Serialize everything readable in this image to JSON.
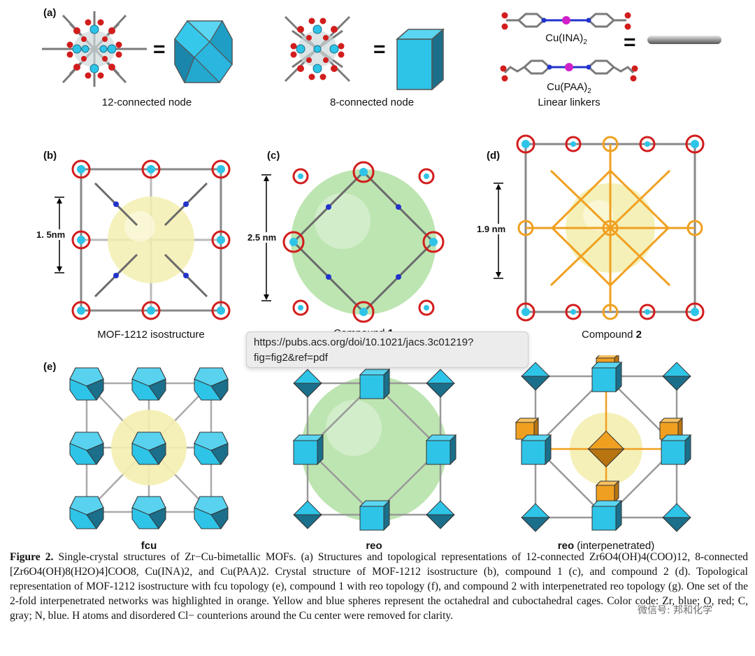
{
  "panel_labels": {
    "a": "(a)",
    "b": "(b)",
    "c": "(c)",
    "d": "(d)",
    "e": "(e)"
  },
  "panel_a": {
    "equals_sign": "=",
    "node12_label": "12-connected node",
    "node8_label": "8-connected node",
    "linker1_base": "Cu(INA)",
    "linker1_sub": "2",
    "linker2_base": "Cu(PAA)",
    "linker2_sub": "2",
    "linkers_label": "Linear linkers"
  },
  "panel_b": {
    "caption": "MOF-1212 isostructure",
    "dimension": "1. 5nm"
  },
  "panel_c": {
    "caption_base": "Compound ",
    "caption_bold": "1",
    "dimension": "2.5 nm"
  },
  "panel_d": {
    "caption_base": "Compound ",
    "caption_bold": "2",
    "dimension": "1.9 nm"
  },
  "panel_e": {
    "caption": "fcu"
  },
  "panel_f": {
    "caption": "reo"
  },
  "panel_g": {
    "caption_bold": "reo",
    "caption_rest": " (interpenetrated)"
  },
  "tooltip": {
    "line1": "https://pubs.acs.org/doi/10.1021/jacs.3c01219?",
    "line2": "fig=fig2&ref=pdf"
  },
  "caption": {
    "figure_label": "Figure 2.",
    "title": " Single-crystal structures of Zr−Cu-bimetallic MOFs.",
    "body": " (a) Structures and topological representations of 12-connected Zr6O4(OH)4(COO)12, 8-connected [Zr6O4(OH)8(H2O)4]COO8, Cu(INA)2, and Cu(PAA)2. Crystal structure of MOF-1212 isostructure (b), compound 1 (c), and compound 2 (d). Topological representation of MOF-1212 isostructure with fcu topology (e), compound 1 with reo topology (f), and compound 2 with interpenetrated reo topology (g). One set of the 2-fold interpenetrated networks was highlighted in orange. Yellow and blue spheres represent the octahedral and cuboctahedral cages. Color code: Zr, blue; O, red; C, gray; N, blue. H atoms and disordered Cl− counterions around the Cu center were removed for clarity."
  },
  "watermark": "微信号: 邦和化学",
  "colors": {
    "node_cyan": "#2ec4e8",
    "node_dark": "#1b6f8a",
    "oxygen_red": "#d21d1d",
    "carbon_gray": "#7a7a7a",
    "nitrogen_blue": "#2233cc",
    "copper_magenta": "#d020c8",
    "cage_yellow": "#f3eeb0",
    "cage_green": "#b6e2a8",
    "interpenetrated_orange": "#f0a020"
  }
}
